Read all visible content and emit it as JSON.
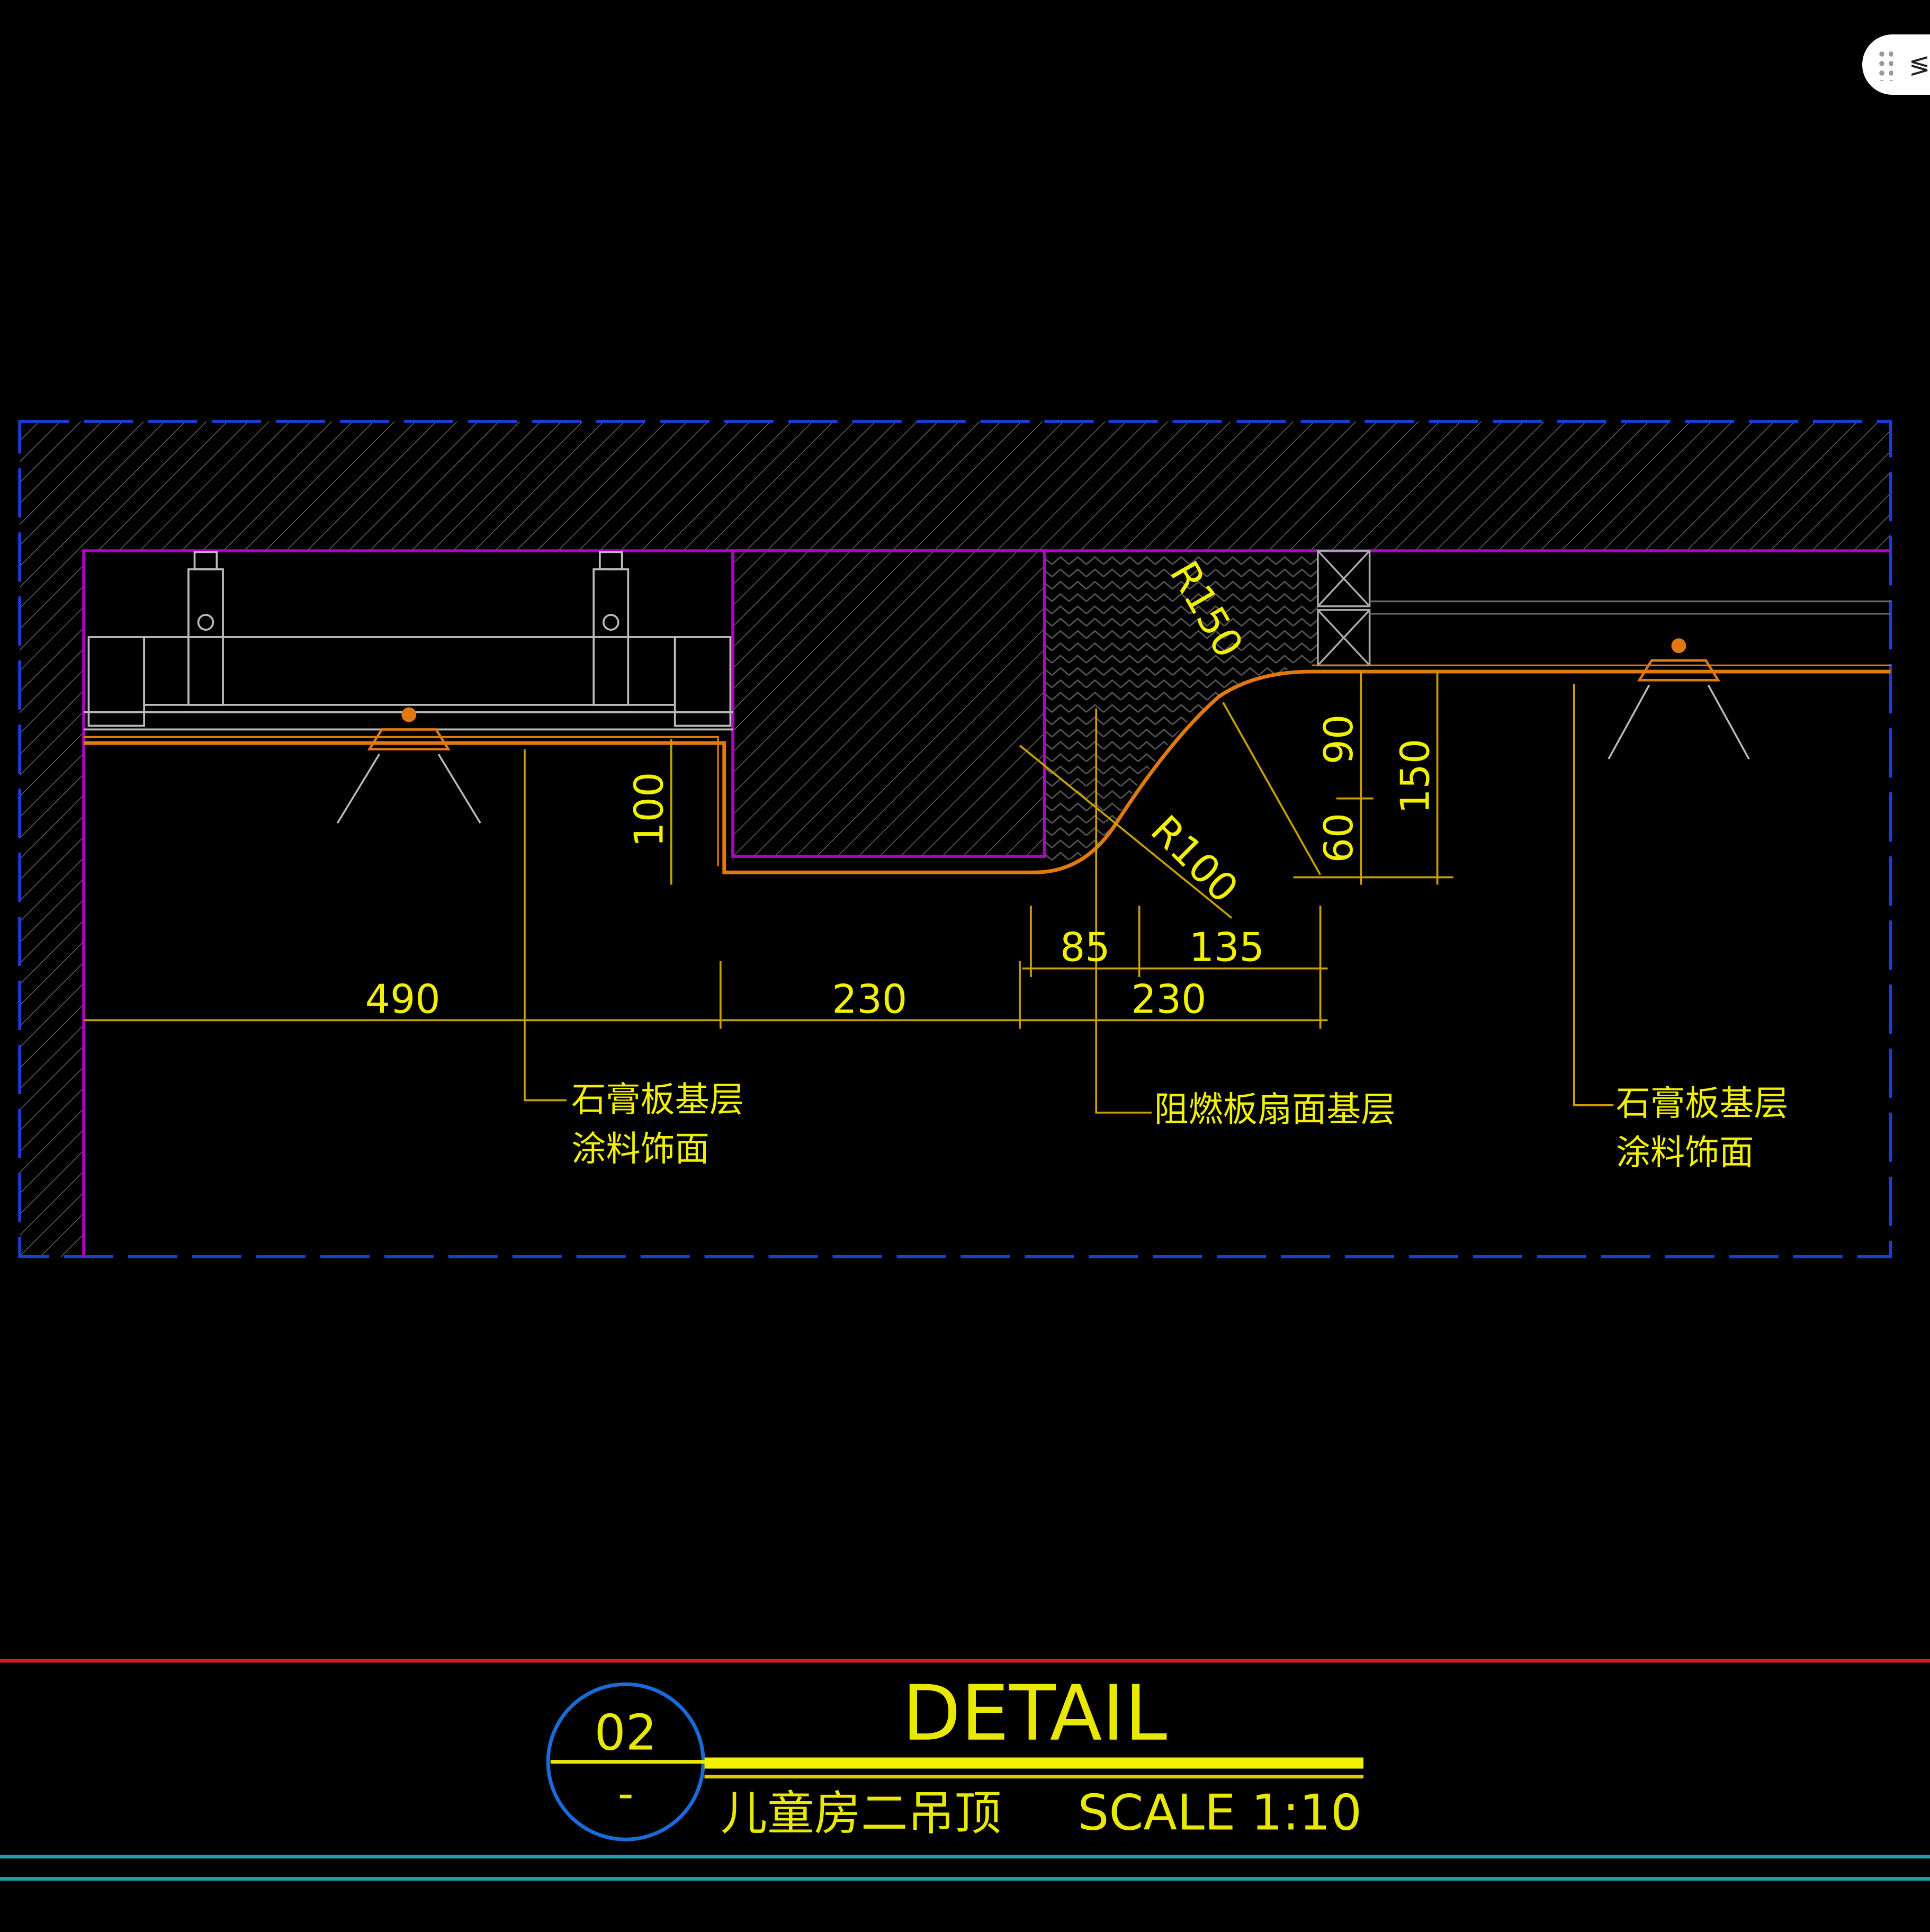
{
  "drawing": {
    "dimensions": {
      "d490": "490",
      "d230a": "230",
      "d230b": "230",
      "d85": "85",
      "d135": "135",
      "d100": "100",
      "d90": "90",
      "d60": "60",
      "d150": "150",
      "r150": "R150",
      "r100": "R100"
    },
    "labels": {
      "left_line1": "石膏板基层",
      "left_line2": "涂料饰面",
      "middle": "阻燃板扇面基层",
      "right_line1": "石膏板基层",
      "right_line2": "涂料饰面"
    }
  },
  "title_block": {
    "number": "02",
    "sheet": "-",
    "title": "DETAIL",
    "subtitle": "儿童房二吊顶",
    "scale": "SCALE 1:10"
  },
  "toolbar": {
    "grip_icon": "drag-grip-icon"
  },
  "colors": {
    "background": "#000000",
    "frame": "#1a3fd0",
    "wall": "#b000c8",
    "finish": "#e07a10",
    "dimension": "#c8a000",
    "text": "#f0f000",
    "title_line": "#d02020",
    "border_line": "#20a0a0"
  }
}
